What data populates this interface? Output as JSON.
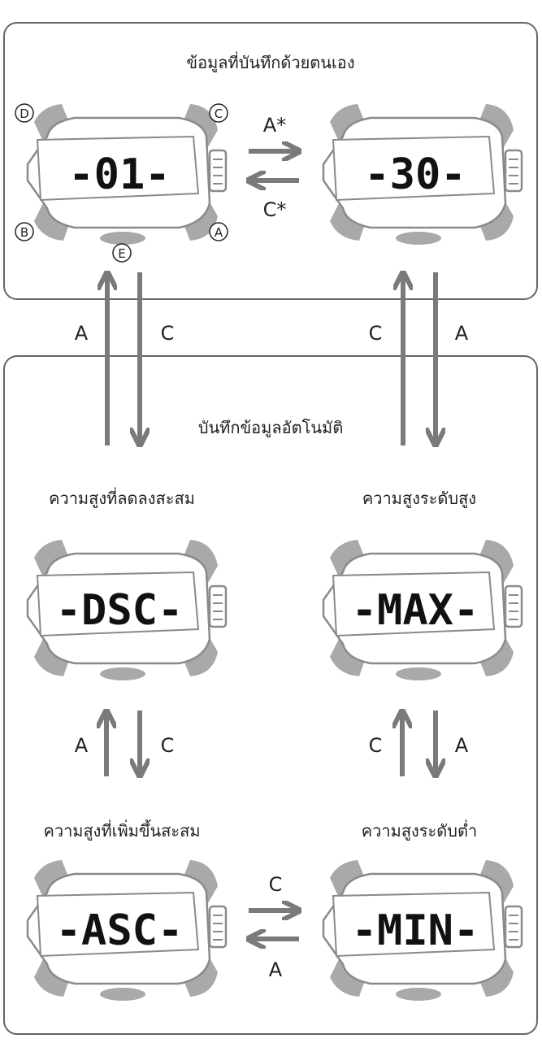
{
  "titles": {
    "manual": "ข้อมูลที่บันทึกด้วยตนเอง",
    "auto": "บันทึกข้อมูลอัตโนมัติ"
  },
  "modes": {
    "dsc": "ความสูงที่ลดลงสะสม",
    "max": "ความสูงระดับสูง",
    "asc": "ความสูงที่เพิ่มขึ้นสะสม",
    "min": "ความสูงระดับต่ำ"
  },
  "displays": {
    "w1": "-01-",
    "w2": "-30-",
    "w3": "-DSC-",
    "w4": "-MAX-",
    "w5": "-ASC-",
    "w6": "-MIN-"
  },
  "buttons": {
    "d": "D",
    "c": "C",
    "b": "B",
    "a": "A",
    "e": "E"
  },
  "arrows": {
    "top_right": "A*",
    "top_left": "C*",
    "a": "A",
    "c": "C"
  },
  "colors": {
    "arrow": "#7a7a7a",
    "watch": "#a9a9a9",
    "border": "#666666"
  }
}
